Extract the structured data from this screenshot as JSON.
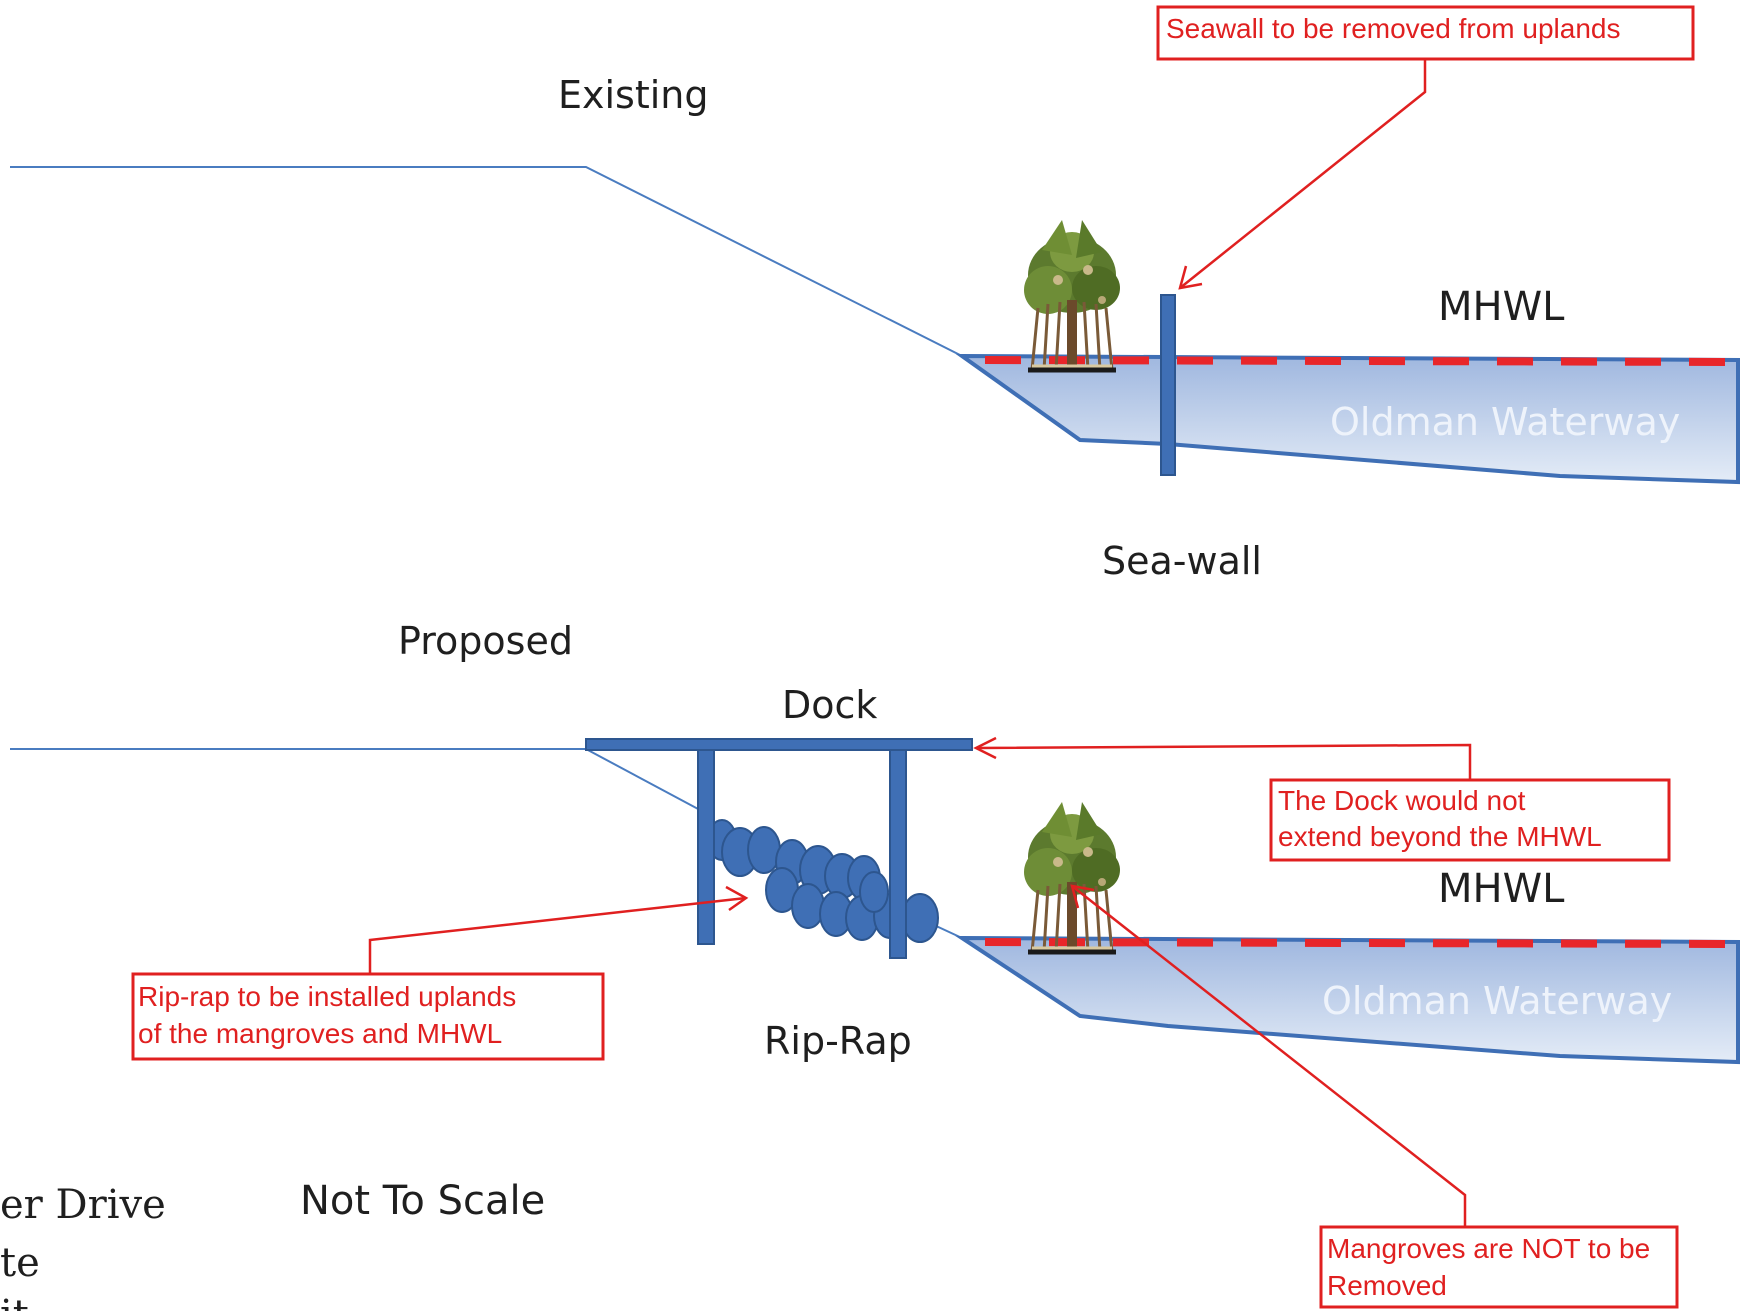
{
  "sections": {
    "existing_label": "Existing",
    "proposed_label": "Proposed"
  },
  "labels": {
    "mhwl_top": "MHWL",
    "mhwl_bottom": "MHWL",
    "waterway_top": "Oldman Waterway",
    "waterway_bottom": "Oldman Waterway",
    "seawall": "Sea-wall",
    "dock": "Dock",
    "riprap": "Rip-Rap",
    "not_to_scale": "Not To Scale"
  },
  "callouts": {
    "seawall_removed": "Seawall to be removed from uplands",
    "dock_line1": "The Dock would not",
    "dock_line2": "extend beyond the MHWL",
    "riprap_line1": "Rip-rap to be installed uplands",
    "riprap_line2": "of the mangroves and MHWL",
    "mangroves_line1": "Mangroves are NOT to be",
    "mangroves_line2": "Removed"
  },
  "cropped_text": {
    "line1": "er Drive",
    "line2": "te",
    "line3": "it"
  },
  "colors": {
    "structure_blue": "#3f6fb5",
    "water_fill": "#b4c7e6",
    "callout_red": "#e02020",
    "mhwl_dash_red": "#e8262a"
  }
}
